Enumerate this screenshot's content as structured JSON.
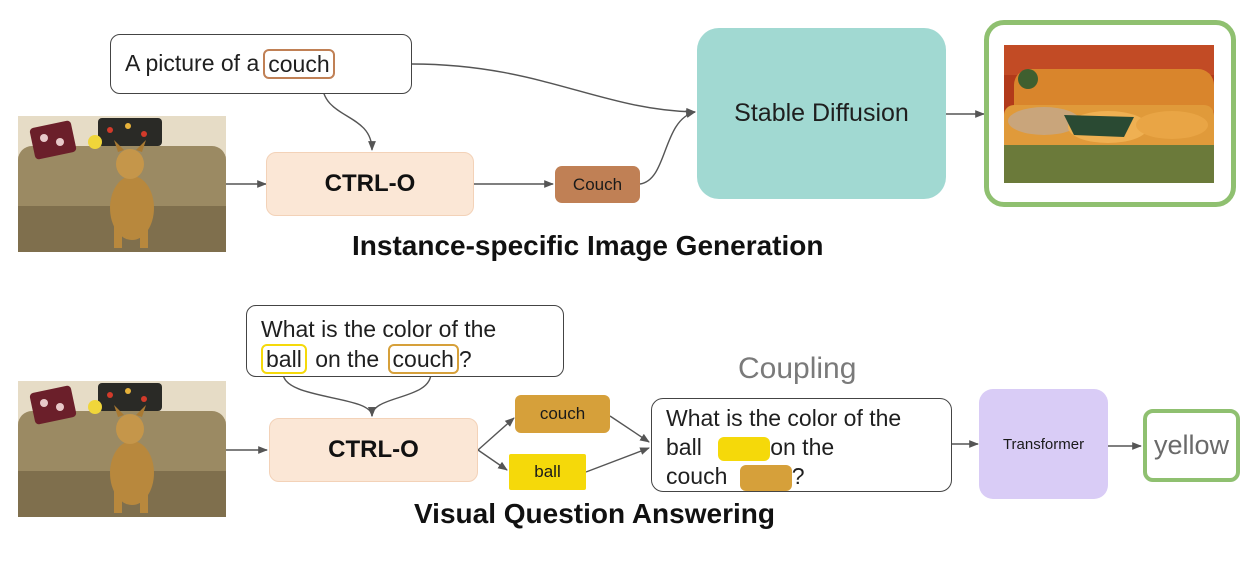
{
  "top": {
    "prompt": {
      "prefix": "A picture of a",
      "highlight": "couch"
    },
    "ctrlo_label": "CTRL-O",
    "token_label": "Couch",
    "model_label": "Stable Diffusion",
    "heading": "Instance-specific Image Generation"
  },
  "bottom": {
    "question": {
      "line1": "What is the color of the",
      "word_ball": "ball",
      "middle": "on the",
      "word_couch": "couch",
      "end": "?"
    },
    "ctrlo_label": "CTRL-O",
    "token_couch": "couch",
    "token_ball": "ball",
    "coupling_label": "Coupling",
    "coupled": {
      "line1": "What is the color of the",
      "ball_prefix": "ball",
      "ball_suffix": "on the",
      "couch_prefix": "couch",
      "end": "?"
    },
    "model_label": "Transformer",
    "answer": "yellow",
    "heading": "Visual Question Answering"
  },
  "colors": {
    "couch": "#c08055",
    "ball_yellow": "#f5d90a",
    "couch_mustard": "#d6a03a",
    "ctrlo_fill": "#fbe7d6",
    "sd_fill": "#a1d9d2",
    "transformer_fill": "#d9ccf6",
    "success_green": "#8fc070"
  }
}
